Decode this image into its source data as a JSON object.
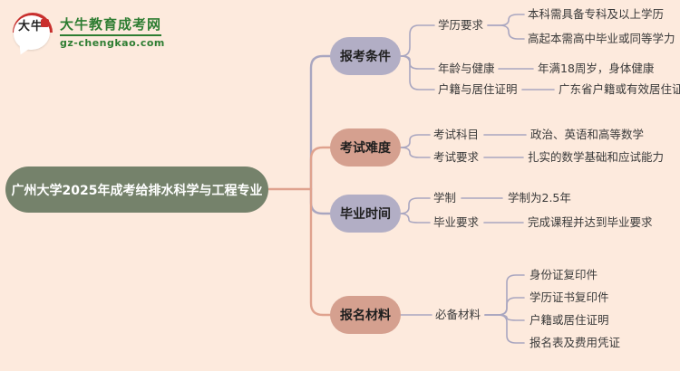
{
  "page": {
    "background": "#fdeadd"
  },
  "logo": {
    "bubble_text": "大牛",
    "site_name": "大牛教育成考网",
    "site_url": "gz-chengkao.com",
    "green": "#2e7d32",
    "red": "#c9302e"
  },
  "root": {
    "label": "广州大学2025年成考给排水科学与工程专业",
    "color": "#75826b"
  },
  "branches": [
    {
      "label": "报考条件",
      "color": "#b2aec5",
      "children": [
        {
          "label": "学历要求",
          "leaves": [
            "本科需具备专科及以上学历",
            "高起本需高中毕业或同等学力"
          ]
        },
        {
          "label": "年龄与健康",
          "leaves": [
            "年满18周岁，身体健康"
          ]
        },
        {
          "label": "户籍与居住证明",
          "leaves": [
            "广东省户籍或有效居住证"
          ]
        }
      ]
    },
    {
      "label": "考试难度",
      "color": "#d5a08f",
      "children": [
        {
          "label": "考试科目",
          "leaves": [
            "政治、英语和高等数学"
          ]
        },
        {
          "label": "考试要求",
          "leaves": [
            "扎实的数学基础和应试能力"
          ]
        }
      ]
    },
    {
      "label": "毕业时间",
      "color": "#b2aec5",
      "children": [
        {
          "label": "学制",
          "leaves": [
            "学制为2.5年"
          ]
        },
        {
          "label": "毕业要求",
          "leaves": [
            "完成课程并达到毕业要求"
          ]
        }
      ]
    },
    {
      "label": "报名材料",
      "color": "#d5a08f",
      "children": [
        {
          "label": "必备材料",
          "leaves": [
            "身份证复印件",
            "学历证书复印件",
            "户籍或居住证明",
            "报名表及费用凭证"
          ]
        }
      ]
    }
  ],
  "connector_colors": {
    "salmon": "#dfa28e",
    "purple": "#a9a6c0"
  }
}
